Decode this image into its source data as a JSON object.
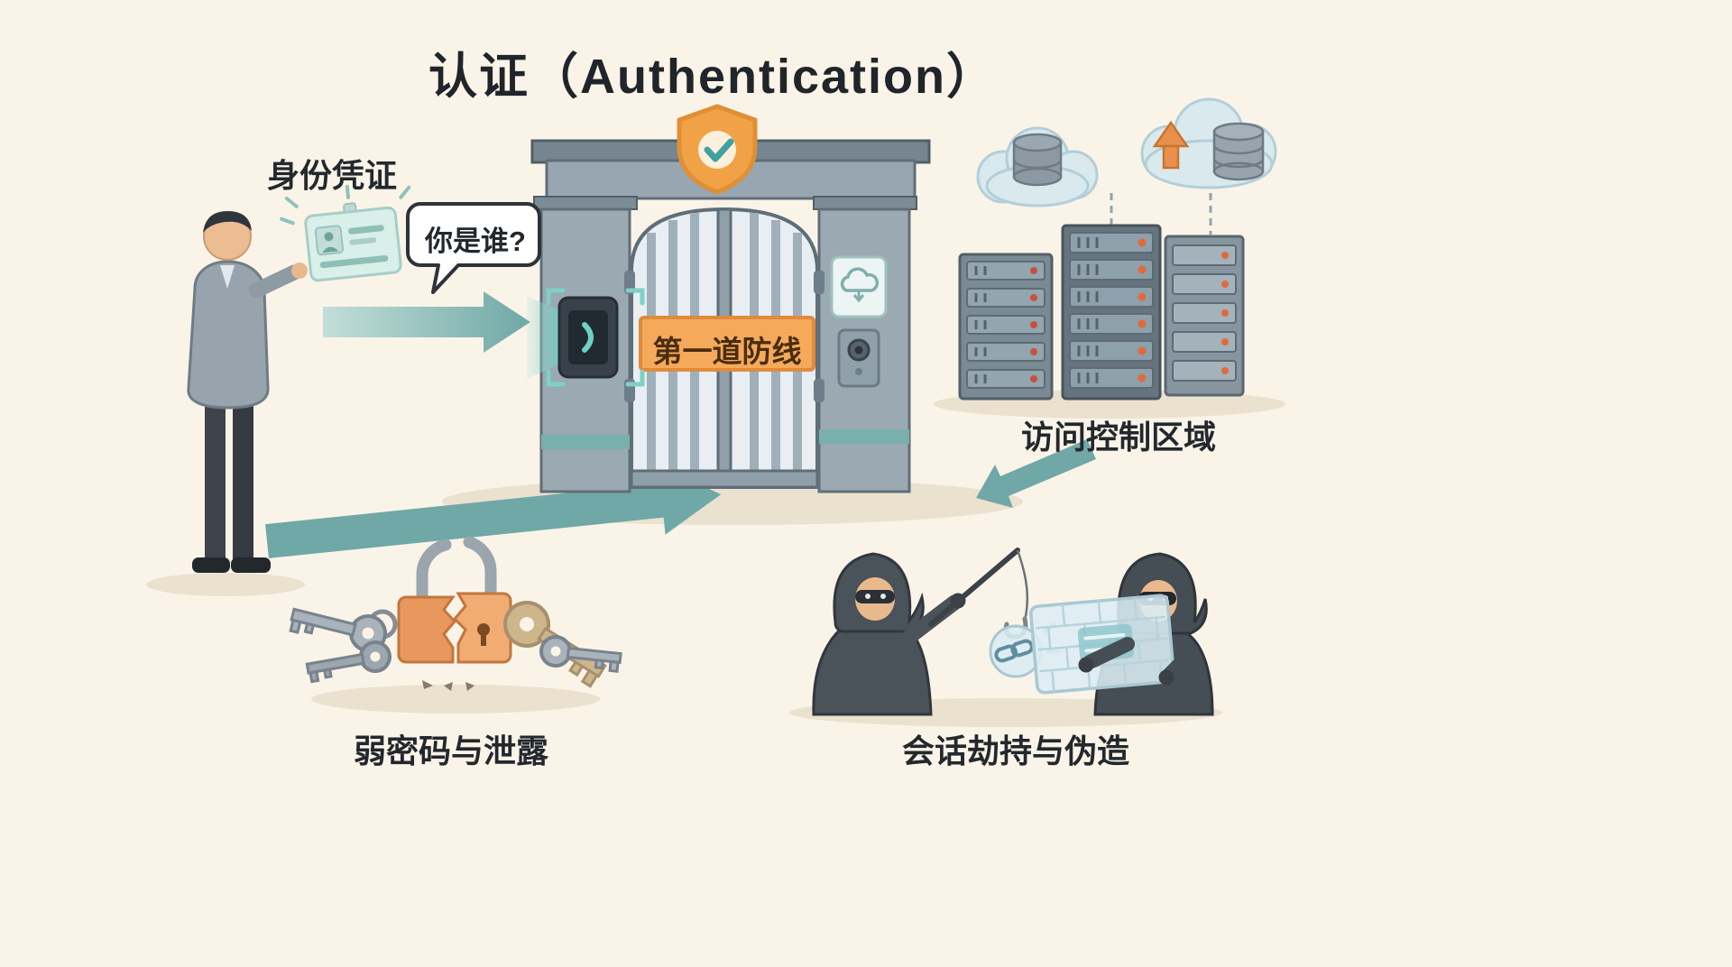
{
  "title": "认证（Authentication）",
  "labels": {
    "credential": "身份凭证",
    "speech": "你是谁?",
    "banner": "第一道防线",
    "access_area": "访问控制区域",
    "weak_password": "弱密码与泄露",
    "session_hijack": "会话劫持与伪造"
  },
  "colors": {
    "background": "#FAF4E8",
    "teal_arrow": "#6FA8A6",
    "banner_orange": "#F5A95B",
    "shield_orange": "#F2A246",
    "gate_gray": "#97A6B0",
    "ink": "#23282D"
  }
}
